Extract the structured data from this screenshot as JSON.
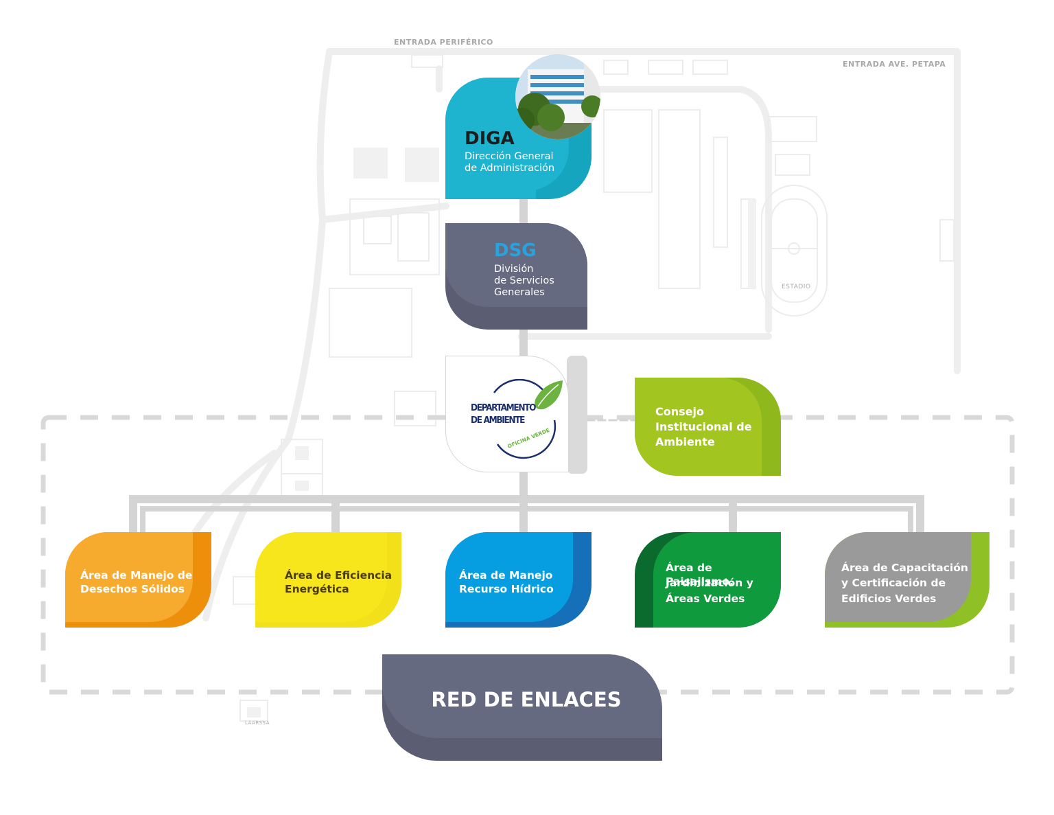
{
  "map": {
    "entrance_periferico": "ENTRADA PERIFÉRICO",
    "entrance_petapa": "ENTRADA AVE. PETAPA",
    "stadium": "ESTADIO",
    "laarssa": "LAARSSA"
  },
  "diga": {
    "title": "DIGA",
    "line1": "Dirección General",
    "line2": "de Administración",
    "color": "#1eb4cf"
  },
  "dsg": {
    "title": "DSG",
    "line1": "División",
    "line2": "de Servicios",
    "line3": "Generales",
    "color": "#666a80",
    "title_color": "#29a3dd"
  },
  "departamento": {
    "logo_line1": "DEPARTAMENTO",
    "logo_line2": "DE AMBIENTE",
    "logo_sub": "OFICINA VERDE"
  },
  "consejo": {
    "line1": "Consejo",
    "line2": "Institucional de",
    "line3": "Ambiente",
    "color": "#a3c520"
  },
  "areas": [
    {
      "line1": "Área de Manejo de",
      "line2": "Desechos Sólidos",
      "line3": "",
      "color": "#f6ab2f",
      "shade": "#ee8f0c"
    },
    {
      "line1": "Área de Eficiencia",
      "line2": "Energética",
      "line3": "",
      "color": "#f5e31e",
      "shade": "#eed91a"
    },
    {
      "line1": "Área de Manejo",
      "line2": "Recurso Hídrico",
      "line3": "",
      "color": "#069ee0",
      "shade": "#1670b9"
    },
    {
      "line1": "Área de Paisajismo,",
      "line2": "Jardinización y",
      "line3": "Áreas Verdes",
      "color": "#0f9a3d",
      "shade": "#0b6b2f"
    },
    {
      "line1": "Área de Capacitación",
      "line2": "y Certificación de",
      "line3": "Edificios Verdes",
      "color": "#9a9a9a",
      "shade": "#8fc127"
    }
  ],
  "red": {
    "label": "RED DE ENLACES",
    "color": "#666a80"
  }
}
